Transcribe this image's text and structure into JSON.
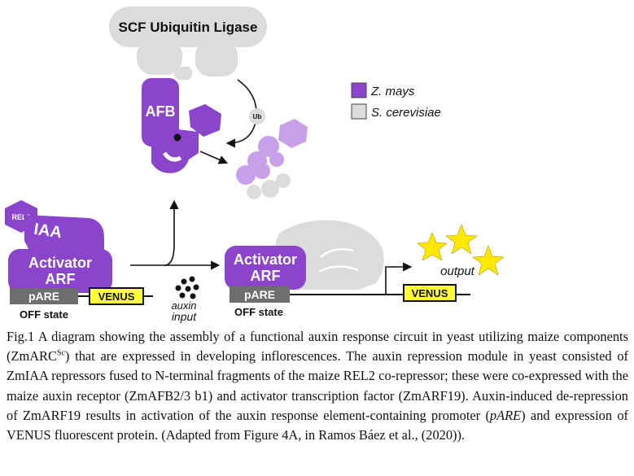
{
  "diagram": {
    "scf_label": "SCF Ubiquitin Ligase",
    "afb_label": "AFB",
    "ub_label": "Ub",
    "rel2_label": "REL2",
    "iaa_label": "IAA",
    "activator_line1": "Activator",
    "activator_line2": "ARF",
    "pare_label": "pARE",
    "venus_label": "VENUS",
    "off_state_label": "OFF state",
    "auxin_label": "auxin",
    "input_label": "input",
    "output_label": "output",
    "legend": [
      {
        "label": "Z. mays",
        "color": "#8a45cc"
      },
      {
        "label": "S. cerevisiae",
        "color": "#dcdcdc"
      }
    ]
  },
  "caption": {
    "part1": "Fig.1 A diagram showing the assembly of a functional auxin response circuit in yeast utilizing maize components (ZmARC",
    "sup": "Sc",
    "part2": ") that are expressed in developing inflorescences. The auxin repression module in yeast consisted of ZmIAA repressors fused to N-terminal fragments of the maize REL2 co-repressor; these were co-expressed with the maize auxin receptor (ZmAFB2/3 b1) and activator transcription factor (ZmARF19). Auxin-induced de-repression of ZmARF19 results in activation of the auxin response element-containing promoter (",
    "pare_italic": "pARE",
    "part3": ") and expression of VENUS fluorescent protein. (Adapted from Figure 4A, in Ramos Báez et al., (2020))."
  },
  "colors": {
    "maize_purple": "#8a45cc",
    "light_purple": "#c8a0ea",
    "yeast_gray": "#dcdcdc",
    "dark_gray": "#6e6e6e",
    "venus_yellow": "#ffff33",
    "star_yellow": "#ffe800"
  }
}
